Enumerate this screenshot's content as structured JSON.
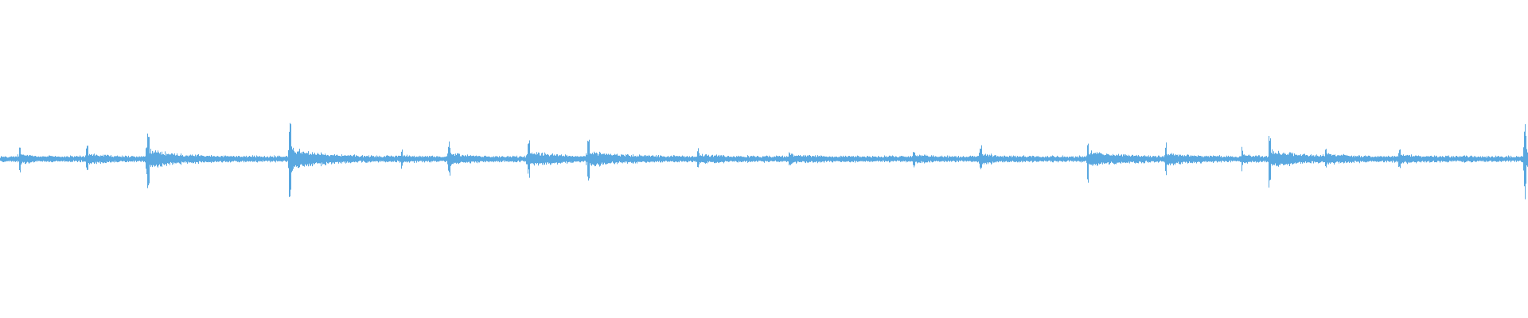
{
  "waveform": {
    "color": "#5aa8e0",
    "background": "#ffffff",
    "transients": [
      {
        "t": 0.012,
        "amp": 0.1,
        "decay": 0.008
      },
      {
        "t": 0.056,
        "amp": 0.11,
        "decay": 0.01
      },
      {
        "t": 0.096,
        "amp": 0.26,
        "decay": 0.018
      },
      {
        "t": 0.189,
        "amp": 0.28,
        "decay": 0.02
      },
      {
        "t": 0.262,
        "amp": 0.07,
        "decay": 0.006
      },
      {
        "t": 0.293,
        "amp": 0.14,
        "decay": 0.01
      },
      {
        "t": 0.345,
        "amp": 0.15,
        "decay": 0.02
      },
      {
        "t": 0.384,
        "amp": 0.16,
        "decay": 0.022
      },
      {
        "t": 0.456,
        "amp": 0.08,
        "decay": 0.014
      },
      {
        "t": 0.516,
        "amp": 0.06,
        "decay": 0.014
      },
      {
        "t": 0.597,
        "amp": 0.06,
        "decay": 0.01
      },
      {
        "t": 0.641,
        "amp": 0.11,
        "decay": 0.012
      },
      {
        "t": 0.711,
        "amp": 0.2,
        "decay": 0.018
      },
      {
        "t": 0.762,
        "amp": 0.12,
        "decay": 0.016
      },
      {
        "t": 0.812,
        "amp": 0.08,
        "decay": 0.006
      },
      {
        "t": 0.83,
        "amp": 0.22,
        "decay": 0.02
      },
      {
        "t": 0.867,
        "amp": 0.08,
        "decay": 0.012
      },
      {
        "t": 0.915,
        "amp": 0.08,
        "decay": 0.012
      },
      {
        "t": 0.997,
        "amp": 0.3,
        "decay": 0.008
      }
    ]
  }
}
